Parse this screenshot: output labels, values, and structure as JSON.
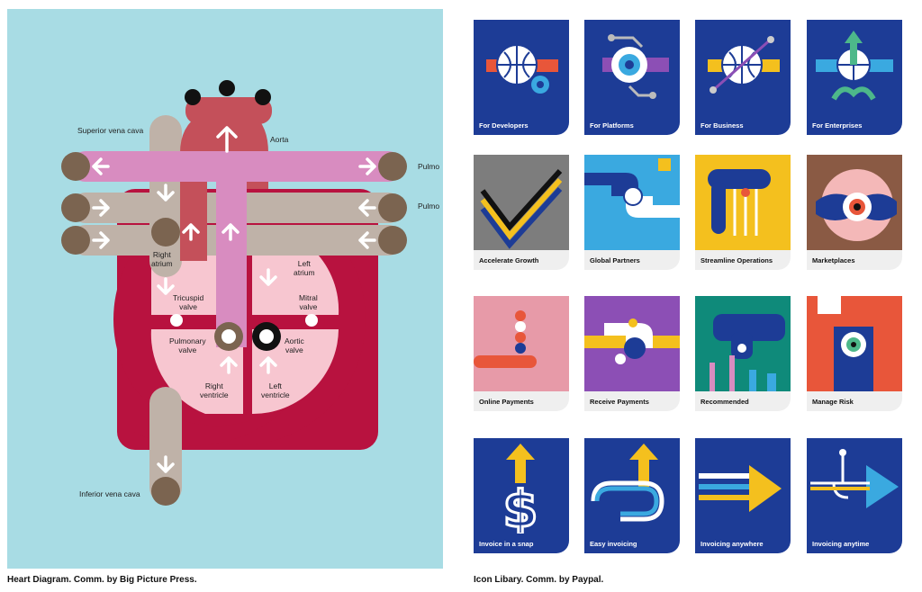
{
  "heart": {
    "labels": {
      "superior_vena_cava": "Superior vena cava",
      "aorta": "Aorta",
      "pulmonary_top": "Pulmo",
      "pulmonary_bottom": "Pulmo",
      "right_atrium": "Right\natrium",
      "left_atrium": "Left\natrium",
      "tricuspid_valve": "Tricuspid\nvalve",
      "mitral_valve": "Mitral\nvalve",
      "pulmonary_valve": "Pulmonary\nvalve",
      "aortic_valve": "Aortic\nvalve",
      "right_ventricle": "Right\nventricle",
      "left_ventricle": "Left\nventricle",
      "inferior_vena_cava": "Inferior vena cava"
    },
    "caption": "Heart Diagram. Comm. by Big Picture Press."
  },
  "icons": {
    "caption": "Icon Libary. Comm. by Paypal.",
    "tiles": [
      {
        "label": "For Developers",
        "art": "globe-gear-icon"
      },
      {
        "label": "For Platforms",
        "art": "eye-circuit-icon"
      },
      {
        "label": "For Business",
        "art": "globe-hands-icon"
      },
      {
        "label": "For Enterprises",
        "art": "globe-arrow-icon"
      },
      {
        "label": "Accelerate Growth",
        "art": "checkmark-stripes-icon"
      },
      {
        "label": "Global Partners",
        "art": "handshake-globe-icon"
      },
      {
        "label": "Streamline Operations",
        "art": "hand-tools-icon"
      },
      {
        "label": "Marketplaces",
        "art": "handshake-eye-icon"
      },
      {
        "label": "Online Payments",
        "art": "coins-hand-icon"
      },
      {
        "label": "Receive Payments",
        "art": "hand-coins-icon"
      },
      {
        "label": "Recommended",
        "art": "city-hand-icon"
      },
      {
        "label": "Manage Risk",
        "art": "keyhole-eye-icon"
      },
      {
        "label": "Invoice in a snap",
        "art": "dollar-arrow-icon"
      },
      {
        "label": "Easy invoicing",
        "art": "loop-arrow-icon"
      },
      {
        "label": "Invoicing anywhere",
        "art": "stripes-arrow-icon"
      },
      {
        "label": "Invoicing anytime",
        "art": "circuit-arrow-icon"
      }
    ]
  },
  "colors": {
    "panel_bg": "#a8dce4",
    "navy": "#1d3c96",
    "crimson": "#b8123f",
    "pink": "#f7c6d0",
    "aorta": "#c4505a",
    "pulmonary": "#d88cc0",
    "vein": "#bfb2a8",
    "node": "#7b6450"
  }
}
